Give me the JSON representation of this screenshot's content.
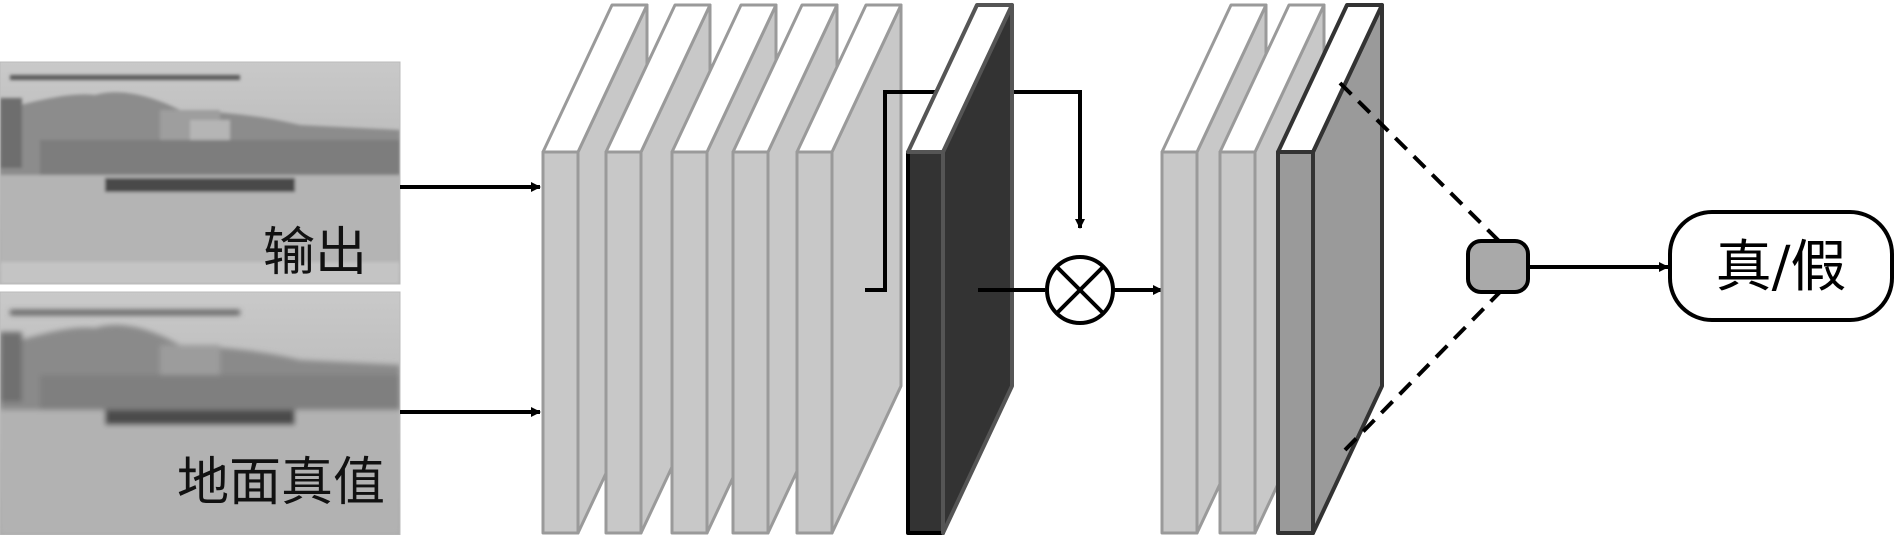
{
  "input_images": {
    "output_label": "输出",
    "ground_truth_label": "地面真值"
  },
  "result": {
    "label": "真/假"
  },
  "colors": {
    "light_layer": "#c8c8c8",
    "dark_layer": "#333333",
    "mid_layer": "#9a9a9a",
    "node_fill": "#a9a9a9",
    "line": "#000000"
  }
}
